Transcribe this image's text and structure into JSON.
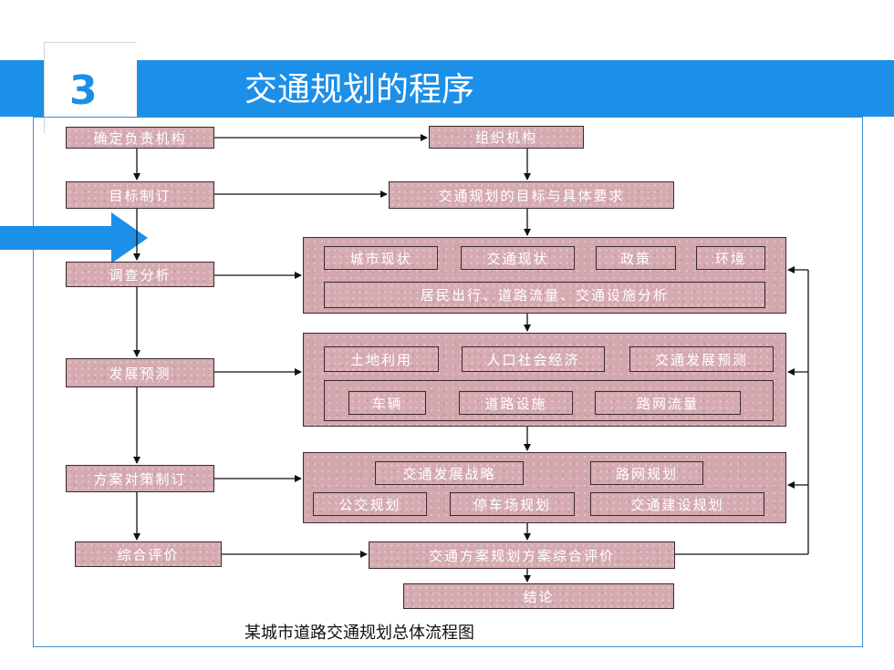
{
  "header": {
    "number": "3",
    "title": "交通规划的程序"
  },
  "flow": {
    "left": {
      "n1": "确定负责机构",
      "n2": "目标制订",
      "n3": "调查分析",
      "n4": "发展预测",
      "n5": "方案对策制订",
      "n6": "综合评价"
    },
    "right": {
      "org": "组织机构",
      "goal": "交通规划的目标与具体要求",
      "survey": {
        "city": "城市现状",
        "traffic": "交通现状",
        "policy": "政策",
        "env": "环境",
        "resident": "居民出行、道路流量、交通设施分析"
      },
      "forecast": {
        "land": "土地利用",
        "pop": "人口社会经济",
        "dev": "交通发展预测",
        "vehicle": "车辆",
        "road": "道路设施",
        "netflow": "路网流量"
      },
      "plan": {
        "strategy": "交通发展战略",
        "network": "路网规划",
        "bus": "公交规划",
        "parking": "停车场规划",
        "construct": "交通建设规划"
      },
      "eval": "交通方案规划方案综合评价",
      "conclusion": "结论"
    }
  },
  "caption": "某城市道路交通规划总体流程图",
  "colors": {
    "banner": "#1c8fe8",
    "box": "#d5aab1",
    "frame": "#3f8fd0"
  }
}
